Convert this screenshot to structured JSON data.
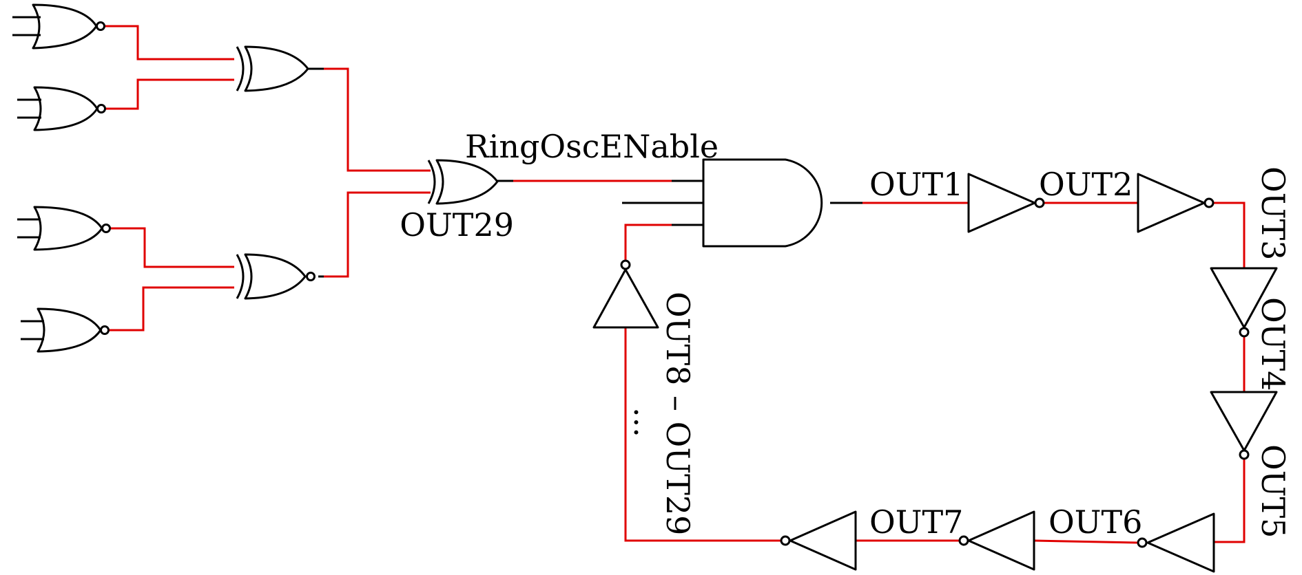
{
  "colors": {
    "wire": "#e00000",
    "gate": "#000000",
    "background": "#ffffff"
  },
  "labels": {
    "enable": "RingOscENable",
    "out1": "OUT1",
    "out2": "OUT2",
    "out3": "OUT3",
    "out4": "OUT4",
    "out5": "OUT5",
    "out6": "OUT6",
    "out7": "OUT7",
    "out29_feedback": "OUT29",
    "out8_range": "OUT8 – OUT29",
    "ellipsis": "..."
  },
  "gates": {
    "nor": [
      "nor-1",
      "nor-2",
      "nor-3",
      "nor-4"
    ],
    "xnor": [
      "xnor-1",
      "xnor-2"
    ],
    "xor": [
      "xor-1"
    ],
    "and": [
      "and-3in"
    ],
    "inverters": [
      "inv-1",
      "inv-2",
      "inv-3",
      "inv-4",
      "inv-5",
      "inv-6",
      "inv-7",
      "inv-feedback"
    ]
  }
}
